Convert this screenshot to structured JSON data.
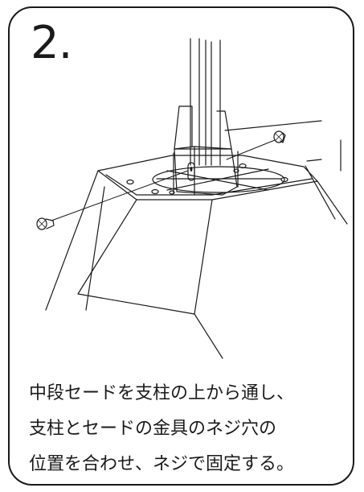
{
  "step": {
    "number": "2."
  },
  "instructions": {
    "lines": [
      "中段セードを支柱の上から通し、",
      "支柱とセードの金具のネジ穴の",
      "位置を合わせ、ネジで固定する。"
    ]
  },
  "colors": {
    "ink": "#1a1a1a",
    "background": "#ffffff"
  },
  "icons": [
    "screw-icon",
    "pole-icon",
    "lamp-shade-icon"
  ]
}
